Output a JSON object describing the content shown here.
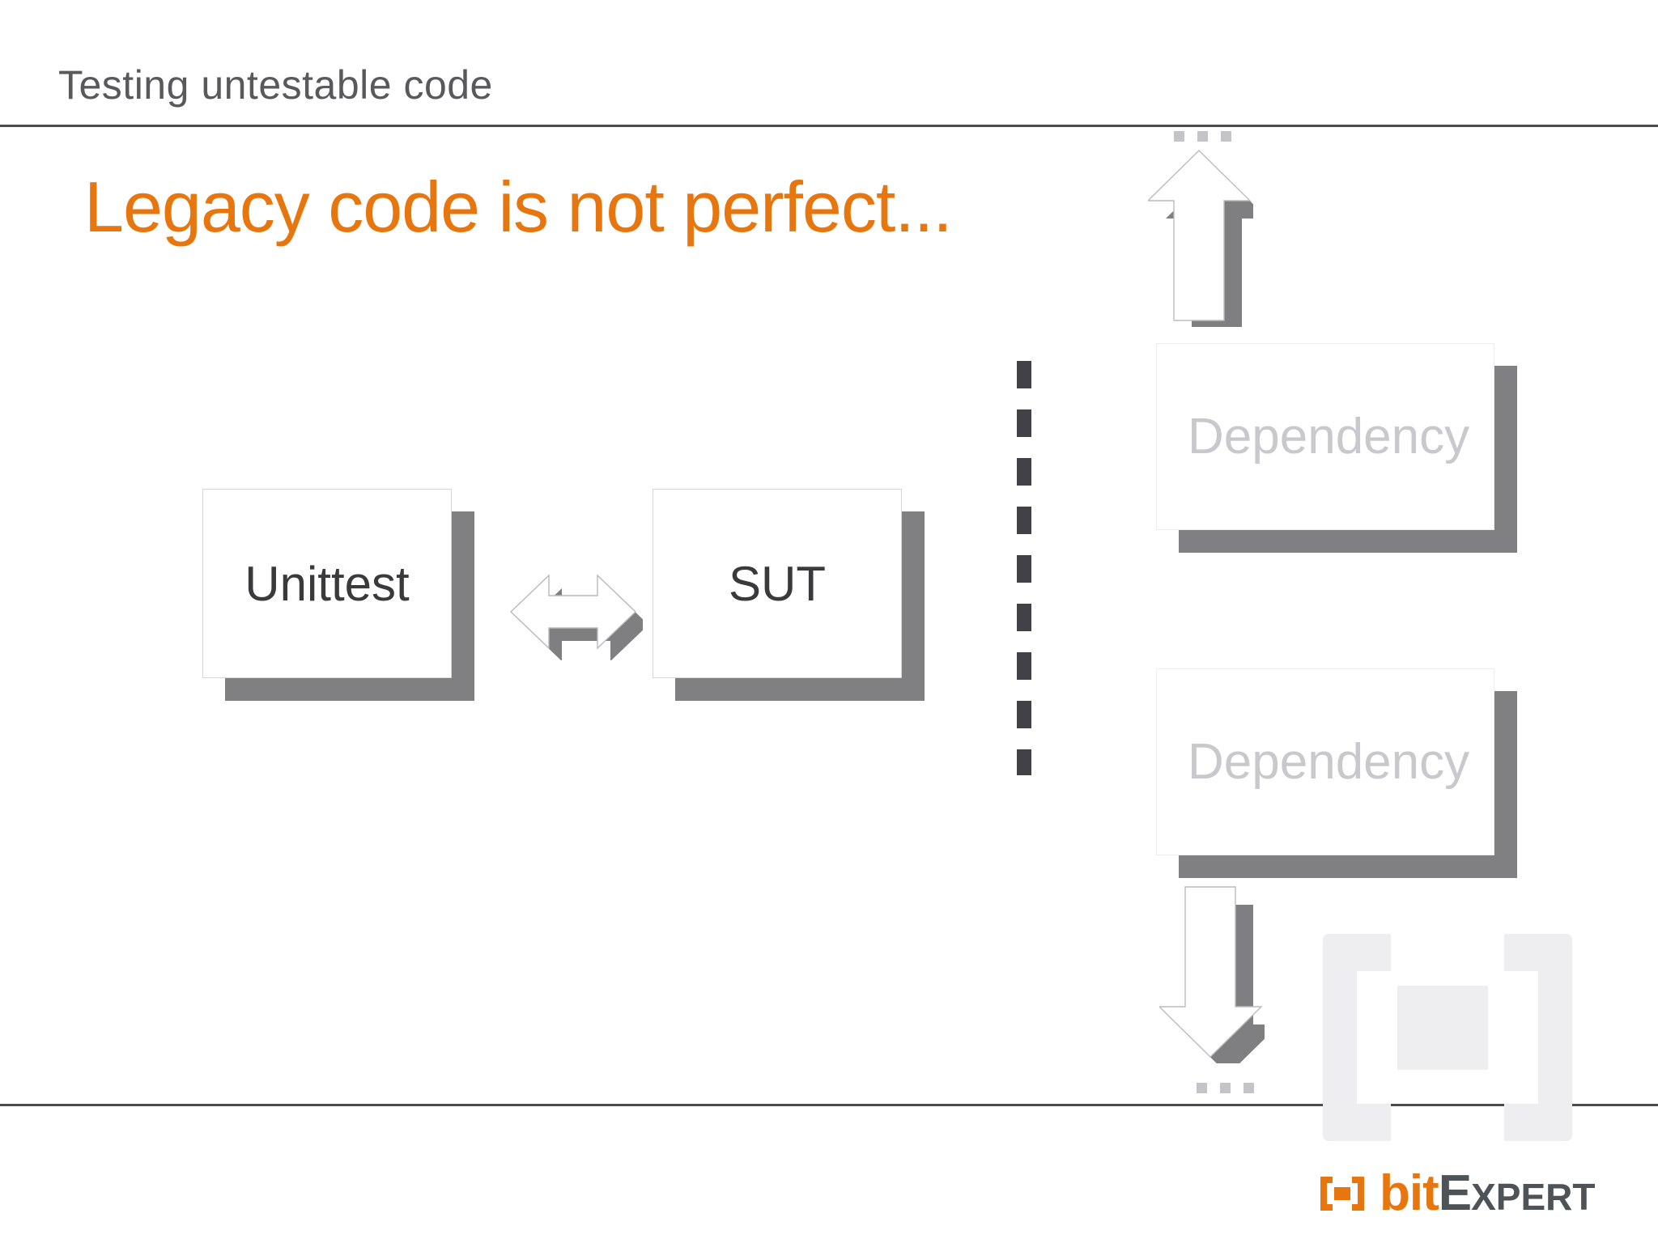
{
  "slide": {
    "header_title": "Testing untestable code",
    "headline": "Legacy code is not perfect...",
    "colors": {
      "accent_orange": "#e8760e",
      "header_gray": "#59595b",
      "rule_gray": "#4b4b4d",
      "shadow_gray": "#808083",
      "dashed_line_gray": "#414247",
      "dependency_label_gray": "#c9c9cd",
      "box_label_gray": "#3a3a3c",
      "watermark_gray": "#eeeef1",
      "dots_gray": "#c4c4c8"
    }
  },
  "diagram": {
    "boxes": [
      {
        "id": "unittest",
        "label": "Unittest"
      },
      {
        "id": "sut",
        "label": "SUT"
      },
      {
        "id": "dependency-1",
        "label": "Dependency"
      },
      {
        "id": "dependency-2",
        "label": "Dependency"
      }
    ],
    "connectors": [
      {
        "id": "unittest-sut",
        "type": "double-arrow",
        "direction": "horizontal"
      },
      {
        "id": "incoming-call",
        "type": "arrow",
        "direction": "up"
      },
      {
        "id": "outgoing-call",
        "type": "arrow",
        "direction": "down"
      }
    ],
    "boundary": {
      "id": "test-boundary",
      "type": "dashed-vertical-line"
    },
    "ellipsis_top": "...",
    "ellipsis_bottom": "..."
  },
  "branding": {
    "bit": "bit",
    "expert_initial": "E",
    "expert_rest": "XPERT"
  }
}
